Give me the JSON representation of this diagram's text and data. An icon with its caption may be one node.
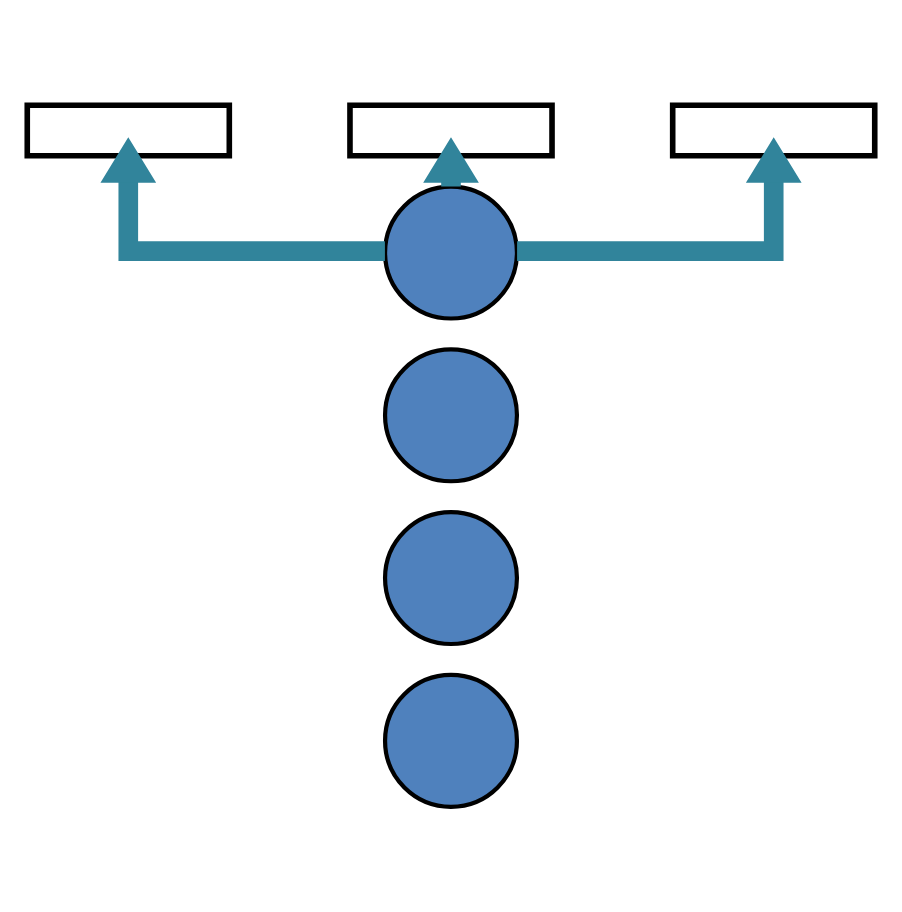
{
  "diagram": {
    "nodes": [
      {
        "text": [],
        "shape": "box"
      },
      {
        "text": [],
        "shape": "box"
      },
      {
        "text": [],
        "shape": "box"
      },
      {
        "text": [],
        "shape": "circle"
      },
      {
        "text": [],
        "shape": "circle"
      },
      {
        "text": [],
        "shape": "circle"
      },
      {
        "text": [],
        "shape": "circle"
      }
    ],
    "edges": [
      {
        "from": 3,
        "to": 0,
        "arrow": "to"
      },
      {
        "from": 3,
        "to": 1,
        "arrow": "to"
      },
      {
        "from": 3,
        "to": 2,
        "arrow": "to"
      }
    ]
  }
}
